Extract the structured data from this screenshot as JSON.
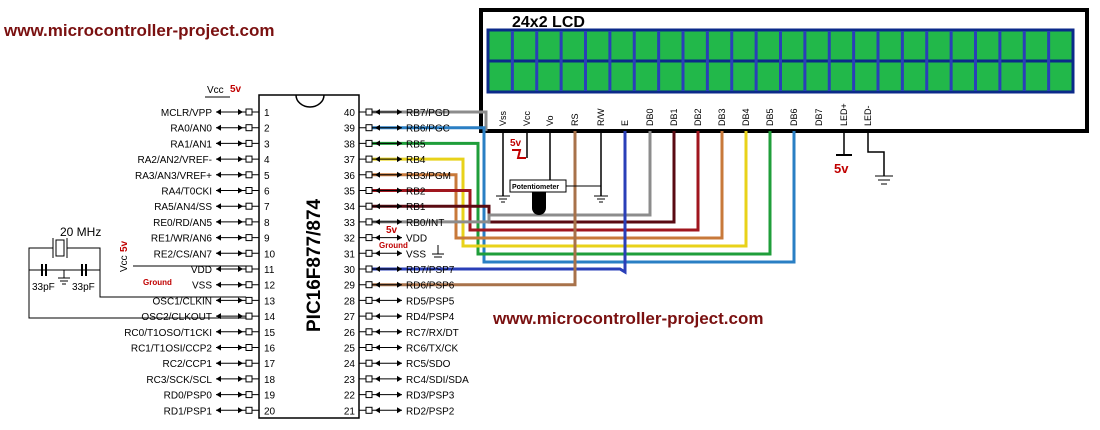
{
  "watermark": {
    "top_left": "www.microcontroller-project.com",
    "bottom": "www.microcontroller-project.com"
  },
  "lcd": {
    "title": "24x2 LCD",
    "segment_color": "#22b84a",
    "divider_color": "#2a3fb8",
    "pins": [
      "Vss",
      "Vcc",
      "Vo",
      "RS",
      "R/W",
      "E",
      "DB0",
      "DB1",
      "DB2",
      "DB3",
      "DB4",
      "DB5",
      "DB6",
      "DB7",
      "LED+",
      "LED-"
    ]
  },
  "chip": {
    "name": "PIC16F877/874",
    "left_pins": [
      {
        "num": "1",
        "label": "MCLR/VPP"
      },
      {
        "num": "2",
        "label": "RA0/AN0"
      },
      {
        "num": "3",
        "label": "RA1/AN1"
      },
      {
        "num": "4",
        "label": "RA2/AN2/VREF-"
      },
      {
        "num": "5",
        "label": "RA3/AN3/VREF+"
      },
      {
        "num": "6",
        "label": "RA4/T0CKI"
      },
      {
        "num": "7",
        "label": "RA5/AN4/SS"
      },
      {
        "num": "8",
        "label": "RE0/RD/AN5"
      },
      {
        "num": "9",
        "label": "RE1/WR/AN6"
      },
      {
        "num": "10",
        "label": "RE2/CS/AN7"
      },
      {
        "num": "11",
        "label": "VDD"
      },
      {
        "num": "12",
        "label": "VSS"
      },
      {
        "num": "13",
        "label": "OSC1/CLKIN"
      },
      {
        "num": "14",
        "label": "OSC2/CLKOUT"
      },
      {
        "num": "15",
        "label": "RC0/T1OSO/T1CKI"
      },
      {
        "num": "16",
        "label": "RC1/T1OSI/CCP2"
      },
      {
        "num": "17",
        "label": "RC2/CCP1"
      },
      {
        "num": "18",
        "label": "RC3/SCK/SCL"
      },
      {
        "num": "19",
        "label": "RD0/PSP0"
      },
      {
        "num": "20",
        "label": "RD1/PSP1"
      }
    ],
    "right_pins": [
      {
        "num": "40",
        "label": "RB7/PGD"
      },
      {
        "num": "39",
        "label": "RB6/PGC"
      },
      {
        "num": "38",
        "label": "RB5"
      },
      {
        "num": "37",
        "label": "RB4"
      },
      {
        "num": "36",
        "label": "RB3/PGM"
      },
      {
        "num": "35",
        "label": "RB2"
      },
      {
        "num": "34",
        "label": "RB1"
      },
      {
        "num": "33",
        "label": "RB0/INT"
      },
      {
        "num": "32",
        "label": "VDD"
      },
      {
        "num": "31",
        "label": "VSS"
      },
      {
        "num": "30",
        "label": "RD7/PSP7"
      },
      {
        "num": "29",
        "label": "RD6/PSP6"
      },
      {
        "num": "28",
        "label": "RD5/PSP5"
      },
      {
        "num": "27",
        "label": "RD4/PSP4"
      },
      {
        "num": "26",
        "label": "RC7/RX/DT"
      },
      {
        "num": "25",
        "label": "RC6/TX/CK"
      },
      {
        "num": "24",
        "label": "RC5/SDO"
      },
      {
        "num": "23",
        "label": "RC4/SDI/SDA"
      },
      {
        "num": "22",
        "label": "RD3/PSP3"
      },
      {
        "num": "21",
        "label": "RD2/PSP2"
      }
    ]
  },
  "labels": {
    "vcc_top": "Vcc",
    "five_v": "5v",
    "vcc_left": "Vcc",
    "ground": "Ground",
    "crystal": "20 MHz",
    "cap_left": "33pF",
    "cap_right": "33pF",
    "potentiometer": "Potentiometer"
  },
  "wire_colors": {
    "rb7": "#8c8c8c",
    "rb6": "#2a7fc4",
    "rb5": "#1f9e3a",
    "rb4": "#e8d21a",
    "rb3": "#c8793a",
    "rb2": "#a0161e",
    "rb1": "#5a0a12",
    "rb0": "#8c8c8c",
    "rd7": "#2a3fb8",
    "rd6": "#a8724a"
  }
}
